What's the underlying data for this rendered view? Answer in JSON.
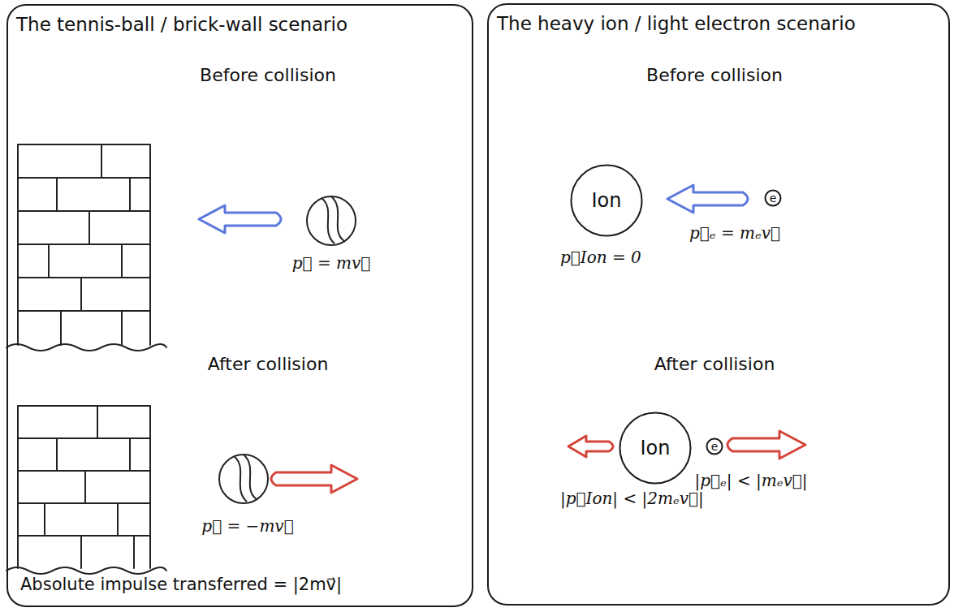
{
  "diagram": {
    "nodes": [
      {
        "text": [
          "The tennis-ball / brick-wall scenario"
        ]
      },
      {
        "text": [
          "The heavy ion / light electron scenario"
        ]
      },
      {
        "text": [
          "Ion"
        ],
        "in": 1
      },
      {
        "text": [
          "e"
        ],
        "in": 1
      },
      {
        "text": [
          "Ion"
        ],
        "in": 1
      },
      {
        "text": [
          "e"
        ],
        "in": 1
      }
    ],
    "labels": [
      "Before collision",
      "p⃗ = mv⃗",
      "After collision",
      "p⃗ = −mv⃗",
      "Absolute impulse transferred = |2mv⃗|",
      "Before collision",
      "p⃗Ion = 0",
      "p⃗ₑ = mₑv⃗",
      "After collision",
      "|p⃗Ion| < |2mₑv⃗|",
      "|p⃗ₑ| < |mₑv⃗|"
    ]
  }
}
